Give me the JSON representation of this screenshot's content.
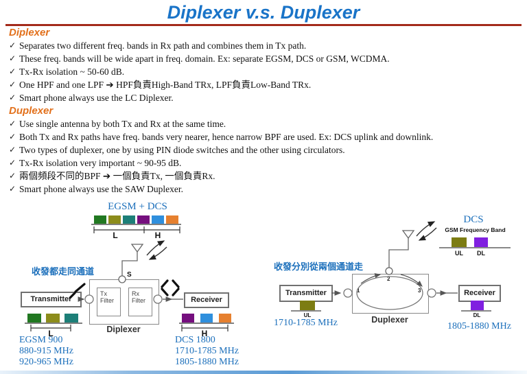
{
  "slide": {
    "title": "Diplexer v.s. Duplexer",
    "check_glyph": "✓",
    "sections": [
      {
        "heading": "Diplexer",
        "bullets": [
          "Separates two different freq. bands in Rx path and combines them in Tx path.",
          "These freq. bands will be wide apart in freq. domain. Ex: separate EGSM, DCS or GSM, WCDMA.",
          "Tx-Rx isolation ~ 50-60 dB.",
          "One HPF and one LPF ➔ HPF負責High-Band TRx, LPF負責Low-Band TRx.",
          "Smart phone always use the LC Diplexer."
        ]
      },
      {
        "heading": "Duplexer",
        "bullets": [
          "Use single antenna by both Tx and Rx at the same time.",
          "Both Tx and Rx paths have freq. bands very nearer, hence narrow BPF are used. Ex: DCS uplink and downlink.",
          "Two types of duplexer, one by using PIN diode switches and the other using circulators.",
          "Tx-Rx isolation very important ~ 90-95 dB.",
          "兩個頻段不同的BPF ➔ 一個負責Tx, 一個負責Rx.",
          "Smart phone always use the SAW Duplexer."
        ]
      }
    ]
  },
  "diplexer_diagram": {
    "band_title": "EGSM + DCS",
    "axis_labels": {
      "low": "L",
      "high": "H"
    },
    "note": "收發都走同通道",
    "transmitter_label": "Transmitter",
    "receiver_label": "Receiver",
    "tx_filter_line1": "Tx",
    "tx_filter_line2": "Filter",
    "rx_filter_line1": "Rx",
    "rx_filter_line2": "Filter",
    "antenna_node_label": "S",
    "device_label": "Diplexer",
    "low_band": {
      "bracket": "L",
      "name": "EGSM 900",
      "freq1": "880-915 MHz",
      "freq2": "920-965 MHz"
    },
    "high_band": {
      "bracket": "H",
      "name": "DCS 1800",
      "freq1": "1710-1785 MHz",
      "freq2": "1805-1880 MHz"
    },
    "spectrum_colors": [
      "#217821",
      "#8c8c1b",
      "#1d7f78",
      "#750f7e",
      "#2f8fdd",
      "#e6802f"
    ]
  },
  "duplexer_diagram": {
    "band_title": "DCS",
    "band_subtitle": "GSM Frequency Band",
    "ul_label": "UL",
    "dl_label": "DL",
    "note": "收發分別從兩個通道走",
    "transmitter_label": "Transmitter",
    "receiver_label": "Receiver",
    "device_label": "Duplexer",
    "port_labels": [
      "1",
      "2",
      "3"
    ],
    "tx_band": {
      "label": "UL",
      "freq": "1710-1785 MHz",
      "color": "#7c7c12"
    },
    "rx_band": {
      "label": "DL",
      "freq": "1805-1880 MHz",
      "color": "#8020e0"
    }
  },
  "colors": {
    "title_blue": "#1a74c8",
    "rule_red": "#a32a1a",
    "heading_orange": "#e2701b",
    "diagram_text_blue": "#1b6fbb"
  }
}
